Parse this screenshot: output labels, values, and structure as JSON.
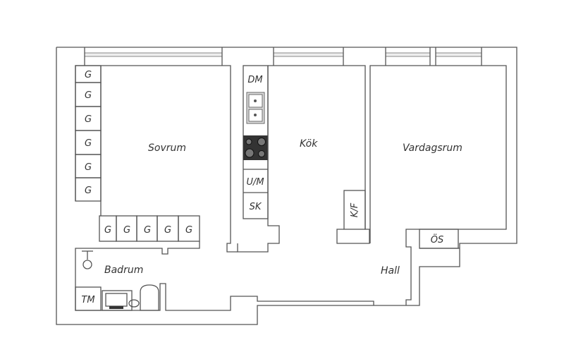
{
  "rooms": {
    "sovrum": "Sovrum",
    "kok": "Kök",
    "vardagsrum": "Vardagsrum",
    "badrum": "Badrum",
    "hall": "Hall"
  },
  "fixtures": {
    "closet": "G",
    "dishwasher": "DM",
    "oven_micro": "U/M",
    "cabinet": "SK",
    "fridge_freezer": "K/F",
    "wardrobe": "ÖS",
    "washer": "TM"
  },
  "colors": {
    "wall": "#555555",
    "stove": "#333333"
  }
}
